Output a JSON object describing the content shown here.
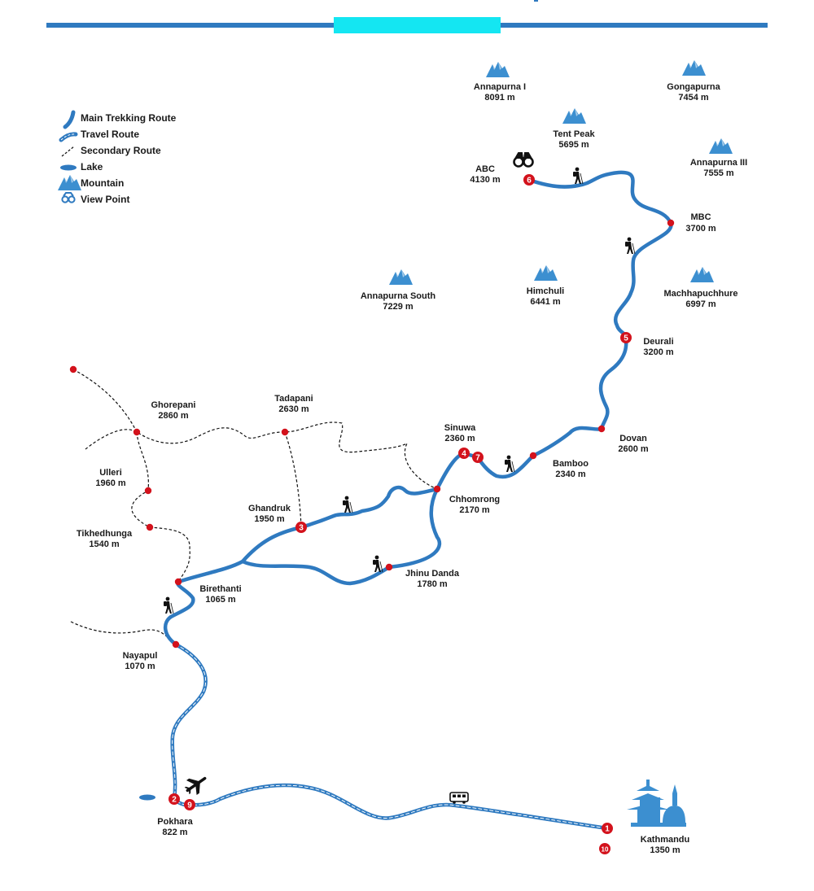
{
  "colors": {
    "route": "#2f7ac0",
    "header_bar": "#2f7ac0",
    "header_accent": "#14e6f2",
    "stop": "#d3121c",
    "mountain": "#3c8fd0",
    "text": "#1a1a1a"
  },
  "legend": {
    "main_route": "Main Trekking Route",
    "travel_route": "Travel Route",
    "secondary_route": "Secondary Route",
    "lake": "Lake",
    "mountain": "Mountain",
    "view_point": "View Point"
  },
  "mountains": [
    {
      "id": "annapurna-i",
      "name": "Annapurna I",
      "elevation": "8091 m"
    },
    {
      "id": "gongapurna",
      "name": "Gongapurna",
      "elevation": "7454 m"
    },
    {
      "id": "tent-peak",
      "name": "Tent Peak",
      "elevation": "5695 m"
    },
    {
      "id": "annapurna-iii",
      "name": "Annapurna III",
      "elevation": "7555 m"
    },
    {
      "id": "annapurna-south",
      "name": "Annapurna South",
      "elevation": "7229 m"
    },
    {
      "id": "himchuli",
      "name": "Himchuli",
      "elevation": "6441 m"
    },
    {
      "id": "machhapuchhure",
      "name": "Machhapuchhure",
      "elevation": "6997 m"
    }
  ],
  "places": [
    {
      "id": "abc",
      "name": "ABC",
      "elevation": "4130 m"
    },
    {
      "id": "mbc",
      "name": "MBC",
      "elevation": "3700 m"
    },
    {
      "id": "deurali",
      "name": "Deurali",
      "elevation": "3200 m"
    },
    {
      "id": "dovan",
      "name": "Dovan",
      "elevation": "2600 m"
    },
    {
      "id": "bamboo",
      "name": "Bamboo",
      "elevation": "2340 m"
    },
    {
      "id": "sinuwa",
      "name": "Sinuwa",
      "elevation": "2360 m"
    },
    {
      "id": "chhomrong",
      "name": "Chhomrong",
      "elevation": "2170 m"
    },
    {
      "id": "jhinu-danda",
      "name": "Jhinu Danda",
      "elevation": "1780 m"
    },
    {
      "id": "ghandruk",
      "name": "Ghandruk",
      "elevation": "1950 m"
    },
    {
      "id": "tadapani",
      "name": "Tadapani",
      "elevation": "2630 m"
    },
    {
      "id": "ghorepani",
      "name": "Ghorepani",
      "elevation": "2860 m"
    },
    {
      "id": "ulleri",
      "name": "Ulleri",
      "elevation": "1960 m"
    },
    {
      "id": "tikhedhunga",
      "name": "Tikhedhunga",
      "elevation": "1540 m"
    },
    {
      "id": "birethanti",
      "name": "Birethanti",
      "elevation": "1065 m"
    },
    {
      "id": "nayapul",
      "name": "Nayapul",
      "elevation": "1070 m"
    },
    {
      "id": "pokhara",
      "name": "Pokhara",
      "elevation": "822 m"
    },
    {
      "id": "kathmandu",
      "name": "Kathmandu",
      "elevation": "1350 m"
    }
  ],
  "stops": [
    {
      "id": "stop-1",
      "label": "1"
    },
    {
      "id": "stop-2",
      "label": "2"
    },
    {
      "id": "stop-3",
      "label": "3"
    },
    {
      "id": "stop-4",
      "label": "4"
    },
    {
      "id": "stop-5",
      "label": "5"
    },
    {
      "id": "stop-6",
      "label": "6"
    },
    {
      "id": "stop-7",
      "label": "7"
    },
    {
      "id": "stop-9",
      "label": "9"
    },
    {
      "id": "stop-10",
      "label": "10"
    }
  ],
  "icons": [
    "mountain-icon",
    "binoculars-icon",
    "hiker-icon",
    "airplane-icon",
    "bus-icon",
    "temple-icon",
    "lake-icon"
  ]
}
